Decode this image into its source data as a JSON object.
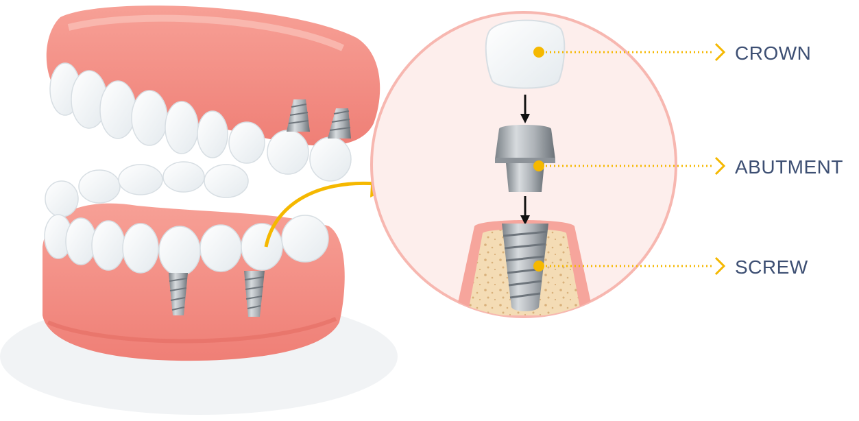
{
  "labels": {
    "crown": "CROWN",
    "abutment": "ABUTMENT",
    "screw": "SCREW"
  },
  "colors": {
    "gum": "#f48f86",
    "gum_light": "#fbb7ae",
    "gum_dark": "#e8766d",
    "tooth": "#ffffff",
    "tooth_shade": "#e6ecef",
    "metal": "#a9aeb3",
    "metal_dark": "#6e757c",
    "accent": "#f5b800",
    "label": "#3d4f73",
    "circle_bg": "#fdeeec",
    "circle_border": "#f7b7b0",
    "bone": "#f4dcb5",
    "bone_spots": "#d9b07a"
  },
  "icons": [
    "denture-illustration",
    "crown-icon",
    "abutment-icon",
    "screw-icon",
    "pointer-arrow-icon"
  ]
}
